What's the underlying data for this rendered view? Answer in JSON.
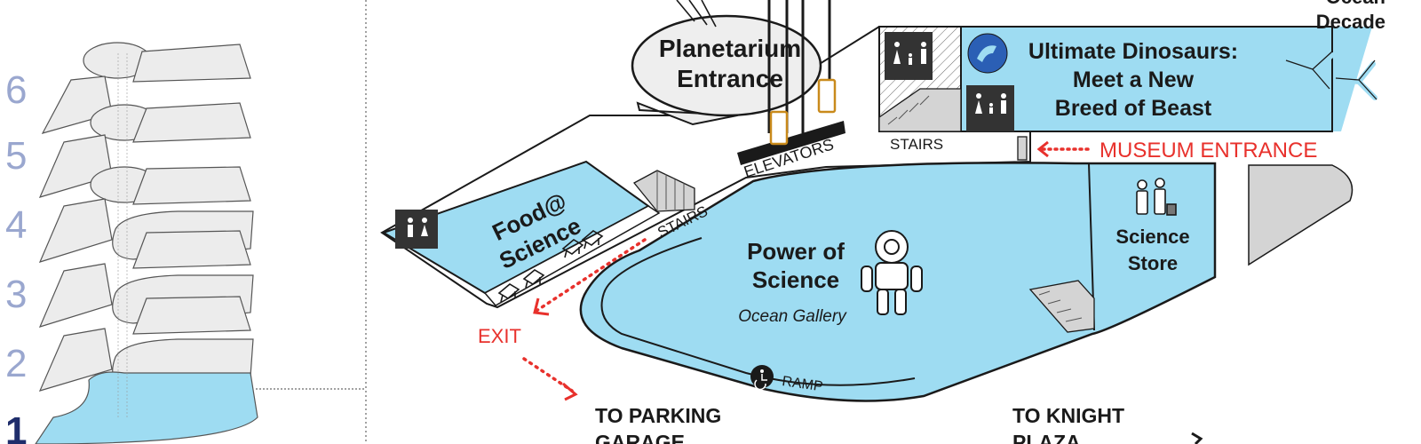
{
  "colors": {
    "water_blue": "#9edcf2",
    "exit_red": "#e8312c",
    "floor_grey": "#ececec",
    "ink": "#1a1a1a",
    "floor_number": "#9aa7cf",
    "active_floor": "#1f2d6b"
  },
  "floor_selector": {
    "floors": [
      "6",
      "5",
      "4",
      "3",
      "2"
    ],
    "current_floor": "1"
  },
  "map": {
    "planetarium": {
      "line1": "Planetarium",
      "line2": "Entrance"
    },
    "ultimate_dinosaurs": {
      "line1": "Ultimate Dinosaurs:",
      "line2": "Meet a New",
      "line3": "Breed of Beast"
    },
    "ocean_decade": {
      "line1": "Ocean",
      "line2": "Decade"
    },
    "food": {
      "line1": "Food@",
      "line2": "Science"
    },
    "elevators": "ELEVATORS",
    "stairs_top": "STAIRS",
    "stairs_left": "STAIRS",
    "museum_entrance": "MUSEUM ENTRANCE",
    "exit": "EXIT",
    "power_of_science": {
      "line1": "Power of",
      "line2": "Science",
      "subtitle": "Ocean Gallery"
    },
    "science_store": {
      "line1": "Science",
      "line2": "Store"
    },
    "ramp": "RAMP",
    "to_parking": {
      "line1": "TO PARKING",
      "line2": "GARAGE"
    },
    "to_knight": {
      "line1": "TO KNIGHT",
      "line2": "PLAZA"
    }
  },
  "icons": [
    "restroom-icon",
    "family-restroom-icon",
    "accessible-icon",
    "diving-suit-icon",
    "shopping-icon",
    "stairs-icon",
    "dining-table-icon",
    "elevator-icon"
  ]
}
